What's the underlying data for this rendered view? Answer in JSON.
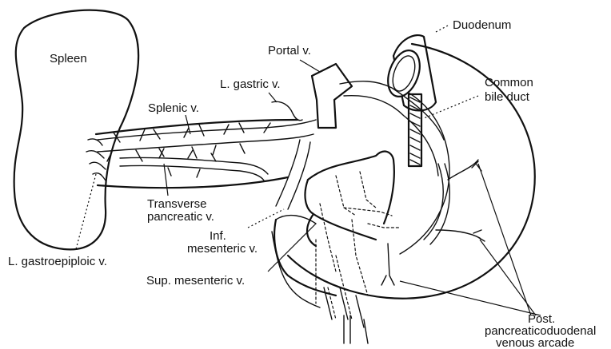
{
  "labels": {
    "spleen": "Spleen",
    "portal_v": "Portal v.",
    "l_gastric_v": "L. gastric v.",
    "splenic_v": "Splenic v.",
    "duodenum": "Duodenum",
    "common_bile_duct_1": "Common",
    "common_bile_duct_2": "bile duct",
    "transverse_pancreatic_1": "Transverse",
    "transverse_pancreatic_2": "pancreatic v.",
    "inf_mesenteric_1": "Inf.",
    "inf_mesenteric_2": "mesenteric v.",
    "l_gastroepiploic": "L. gastroepiploic v.",
    "sup_mesenteric": "Sup. mesenteric v.",
    "post_arcade_1": "Post.",
    "post_arcade_2": "pancreaticoduodenal",
    "post_arcade_3": "venous arcade"
  },
  "colors": {
    "ink": "#111111",
    "background": "#ffffff"
  }
}
